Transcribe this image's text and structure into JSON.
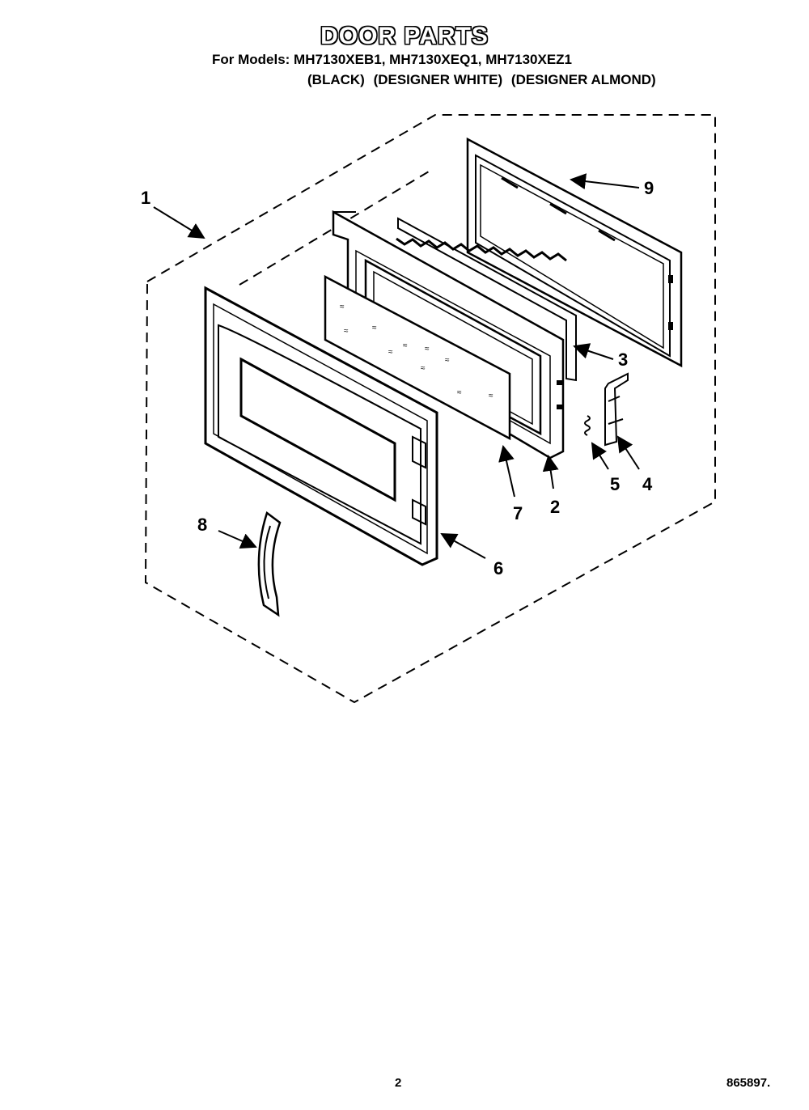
{
  "header": {
    "title": "DOOR PARTS",
    "models_line": "For Models: MH7130XEB1, MH7130XEQ1, MH7130XEZ1",
    "colors": [
      "(BLACK)",
      "(DESIGNER WHITE)",
      "(DESIGNER ALMOND)"
    ]
  },
  "callouts": {
    "p1": "1",
    "p2": "2",
    "p3": "3",
    "p4": "4",
    "p5": "5",
    "p6": "6",
    "p7": "7",
    "p8": "8",
    "p9": "9"
  },
  "footer": {
    "page_number": "2",
    "document_number": "865897."
  }
}
